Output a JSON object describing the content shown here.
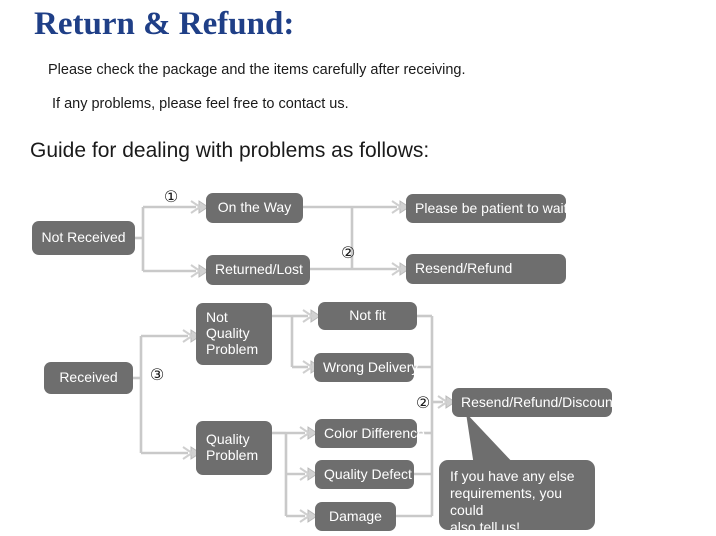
{
  "header": {
    "title": "Return & Refund:",
    "intro_line1": "Please check the package and the items carefully after receiving.",
    "intro_line2": "If any problems, please feel free to contact us.",
    "guide_heading": "Guide for dealing with problems as follows:"
  },
  "colors": {
    "title_blue": "#1f3f87",
    "node_gray": "#6e6e6e",
    "node_text": "#ffffff",
    "connector_gray": "#c9c9c9",
    "body_text": "#1a1a1a",
    "background": "#ffffff"
  },
  "flowchart": {
    "type": "flowchart",
    "nodes": {
      "not_received": "Not Received",
      "on_the_way": "On the Way",
      "returned_lost": "Returned/Lost",
      "please_wait": "Please be patient to wait",
      "resend_refund": "Resend/Refund",
      "received": "Received",
      "not_quality_problem": "Not\nQuality\nProblem",
      "not_quality_problem_lines": [
        "Not",
        "Quality",
        "Problem"
      ],
      "not_fit": "Not fit",
      "wrong_delivery": "Wrong Delivery",
      "quality_problem_lines": [
        "Quality",
        "Problem"
      ],
      "color_difference": "Color Difference",
      "quality_defect": "Quality Defect",
      "damage": "Damage",
      "resend_refund_discount": "Resend/Refund/Discount"
    },
    "markers": {
      "one": "①",
      "two_upper": "②",
      "three": "③",
      "two_lower": "②"
    },
    "callout_lines": [
      "If you have any else",
      "requirements, you could",
      "also tell us!"
    ]
  }
}
